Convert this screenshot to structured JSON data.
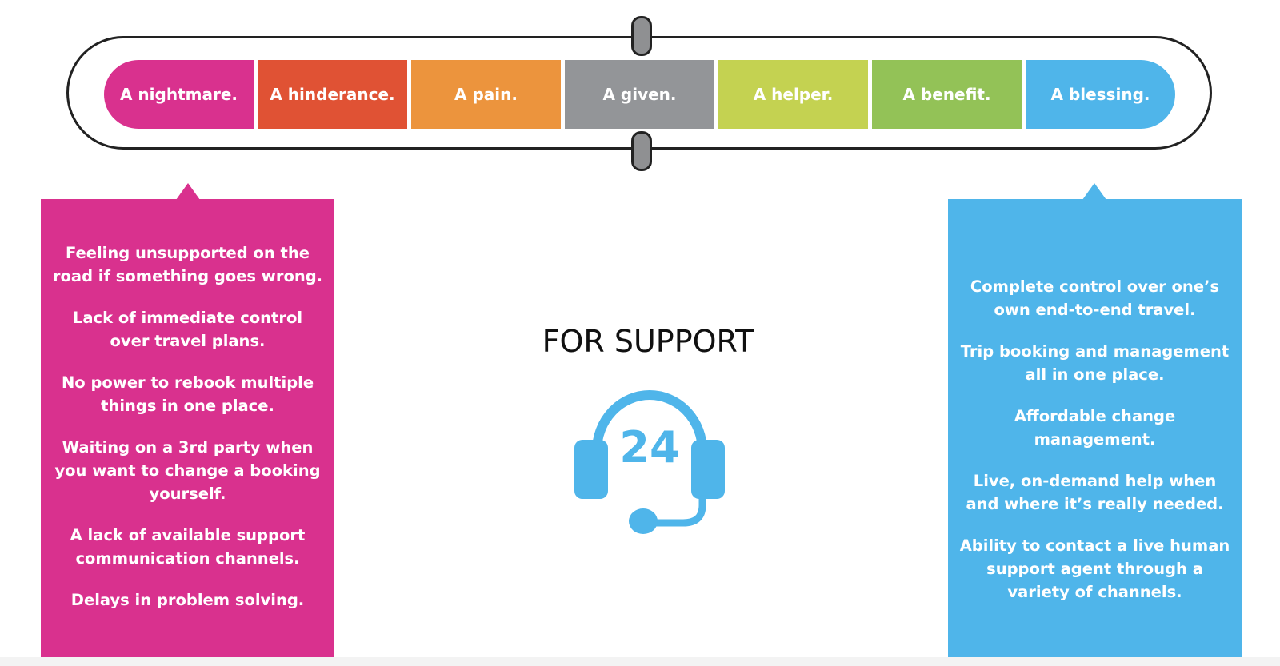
{
  "scale": {
    "segments": [
      {
        "label": "A nightmare.",
        "color": "#d9318e"
      },
      {
        "label": "A hinderance.",
        "color": "#e05234"
      },
      {
        "label": "A pain.",
        "color": "#ec943d"
      },
      {
        "label": "A given.",
        "color": "#939598"
      },
      {
        "label": "A helper.",
        "color": "#c4d251"
      },
      {
        "label": "A benefit.",
        "color": "#93c257"
      },
      {
        "label": "A blessing.",
        "color": "#4fb5ea"
      }
    ],
    "knob_color": "#8f9092"
  },
  "left_panel": {
    "color": "#d9318e",
    "items": [
      "Feeling unsupported on the road if something goes wrong.",
      "Lack of immediate control over travel plans.",
      "No power to rebook multiple things in one place.",
      "Waiting on a 3rd party when you want to change a booking yourself.",
      "A lack of available support communication channels.",
      "Delays in problem solving."
    ]
  },
  "center": {
    "title": "FOR SUPPORT",
    "icon": "headset-24-icon",
    "icon_text": "24",
    "icon_color": "#4fb5ea"
  },
  "right_panel": {
    "color": "#4fb5ea",
    "items": [
      "Complete control over one’s own end-to-end travel.",
      "Trip booking and management all in one place.",
      "Affordable change management.",
      "Live, on-demand help when and where it’s really needed.",
      "Ability to contact a live human support agent through a variety of channels."
    ]
  }
}
